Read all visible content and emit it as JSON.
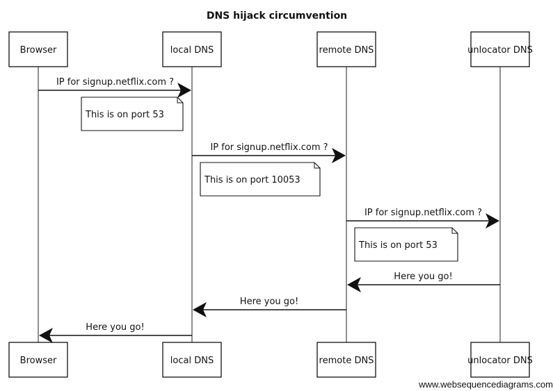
{
  "title": "DNS hijack circumvention",
  "participants": [
    "Browser",
    "local DNS",
    "remote DNS",
    "unlocator DNS"
  ],
  "messages": [
    {
      "from": 0,
      "to": 1,
      "label": "IP for signup.netflix.com ?"
    },
    {
      "from": 1,
      "to": 2,
      "label": "IP for signup.netflix.com ?"
    },
    {
      "from": 2,
      "to": 3,
      "label": "IP for signup.netflix.com ?"
    },
    {
      "from": 3,
      "to": 2,
      "label": "Here you go!"
    },
    {
      "from": 2,
      "to": 1,
      "label": "Here you go!"
    },
    {
      "from": 1,
      "to": 0,
      "label": "Here you go!"
    }
  ],
  "notes": [
    {
      "participant": 1,
      "text": "This is on port 53"
    },
    {
      "participant": 2,
      "text": "This is on port 10053"
    },
    {
      "participant": 3,
      "text": "This is on port 53"
    }
  ],
  "watermark": "www.websequencediagrams.com"
}
